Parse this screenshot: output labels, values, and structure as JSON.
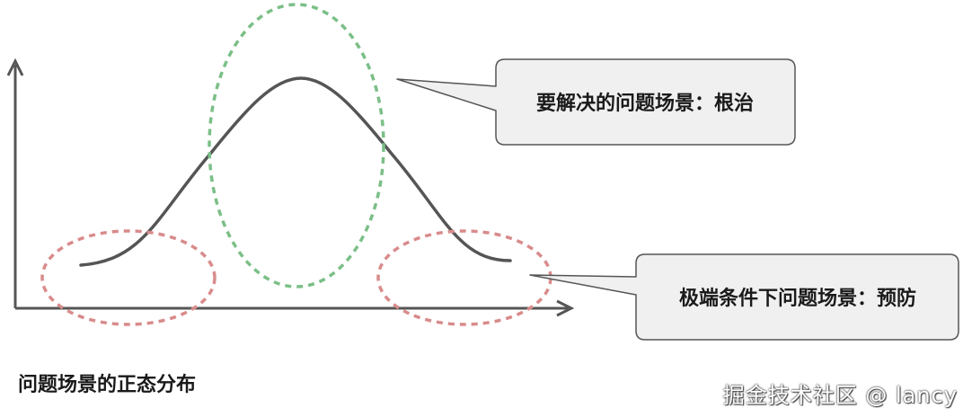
{
  "callouts": {
    "top": "要解决的问题场景：根治",
    "bottom": "极端条件下问题场景：预防"
  },
  "caption": "问题场景的正态分布",
  "watermark": "掘金技术社区 @ lancy",
  "colors": {
    "curve": "#555555",
    "axis": "#555555",
    "green_dash": "#7bbf87",
    "red_dash": "#d98b8b",
    "callout_fill": "#f0f0f0",
    "callout_border": "#555555"
  }
}
